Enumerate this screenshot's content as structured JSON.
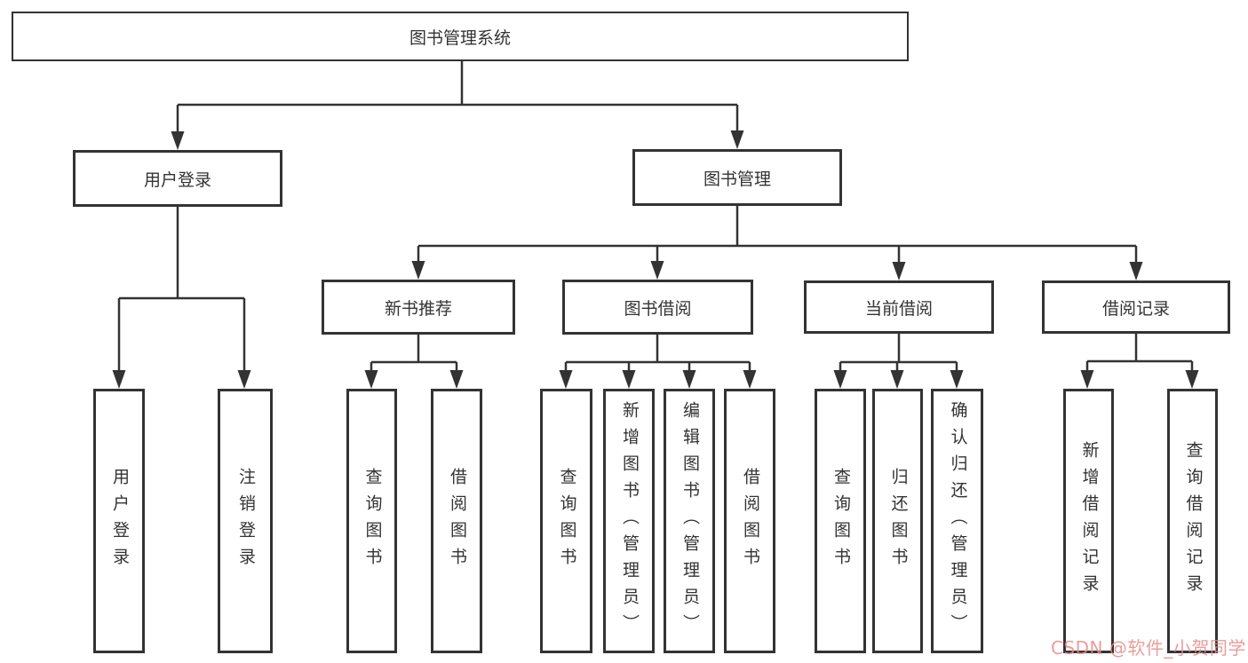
{
  "tree": {
    "label": "图书管理系统",
    "children": [
      {
        "label": "用户登录",
        "children": [
          {
            "label": "用户登录"
          },
          {
            "label": "注销登录"
          }
        ]
      },
      {
        "label": "图书管理",
        "children": [
          {
            "label": "新书推荐",
            "children": [
              {
                "label": "查询图书"
              },
              {
                "label": "借阅图书"
              }
            ]
          },
          {
            "label": "图书借阅",
            "children": [
              {
                "label": "查询图书"
              },
              {
                "label": "新增图书（管理员）"
              },
              {
                "label": "编辑图书（管理员）"
              },
              {
                "label": "借阅图书"
              }
            ]
          },
          {
            "label": "当前借阅",
            "children": [
              {
                "label": "查询图书"
              },
              {
                "label": "归还图书"
              },
              {
                "label": "确认归还（管理员）"
              }
            ]
          },
          {
            "label": "借阅记录",
            "children": [
              {
                "label": "新增借阅记录"
              },
              {
                "label": "查询借阅记录"
              }
            ]
          }
        ]
      }
    ]
  },
  "watermark": {
    "text": "CSDN @软件_小贺同学",
    "color": "#e88b8b"
  },
  "colors": {
    "line": "#333333",
    "box_border": "#333333",
    "text": "#333333",
    "background": "#ffffff"
  }
}
